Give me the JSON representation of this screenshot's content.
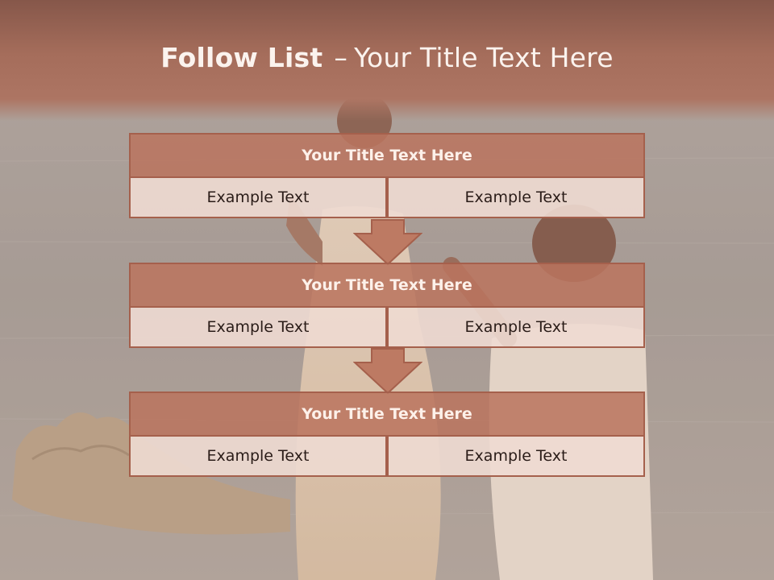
{
  "title": {
    "bold": "Follow List",
    "dash": "–",
    "rest": "Your Title Text Here"
  },
  "blocks": [
    {
      "heading": "Your Title Text Here",
      "cells": [
        "Example Text",
        "Example Text"
      ]
    },
    {
      "heading": "Your Title Text Here",
      "cells": [
        "Example Text",
        "Example Text"
      ]
    },
    {
      "heading": "Your Title Text Here",
      "cells": [
        "Example Text",
        "Example Text"
      ]
    }
  ],
  "colors": {
    "accent": "#a5604c",
    "header_fill": "#ba755e",
    "cell_fill": "#eedad2",
    "title_band": "#a56d5b"
  }
}
